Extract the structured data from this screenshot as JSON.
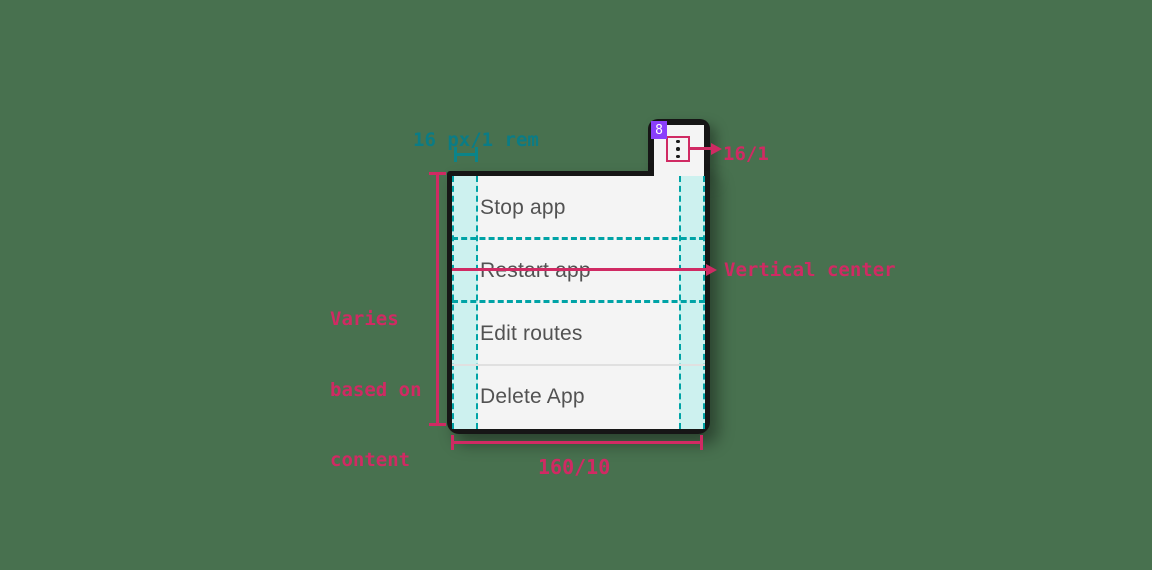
{
  "colors": {
    "page_background": "#48714f",
    "menu_surface": "#f4f4f4",
    "component_border": "#161616",
    "annotation_pink": "#d02a63",
    "annotation_teal": "#0b7c85",
    "padding_fill_teal": "#cdf1ef",
    "dashed_guide_teal": "#00a3a6",
    "badge_purple": "#8a3ffc",
    "item_text_gray": "#525252",
    "divider_gray": "#e0e0e0"
  },
  "menu": {
    "badge_count": "8",
    "trigger_icon": "overflow-menu-vertical-icon",
    "items": [
      {
        "label": "Stop app"
      },
      {
        "label": "Restart app"
      },
      {
        "label": "Edit routes"
      },
      {
        "label": "Delete App"
      }
    ]
  },
  "annotations": {
    "spacing_label": "16 px/1 rem",
    "icon_size_label": "16/1",
    "vertical_center_label": "Vertical center",
    "height_note_lines": [
      "Varies",
      "based on",
      "content"
    ],
    "width_label": "160/10"
  }
}
